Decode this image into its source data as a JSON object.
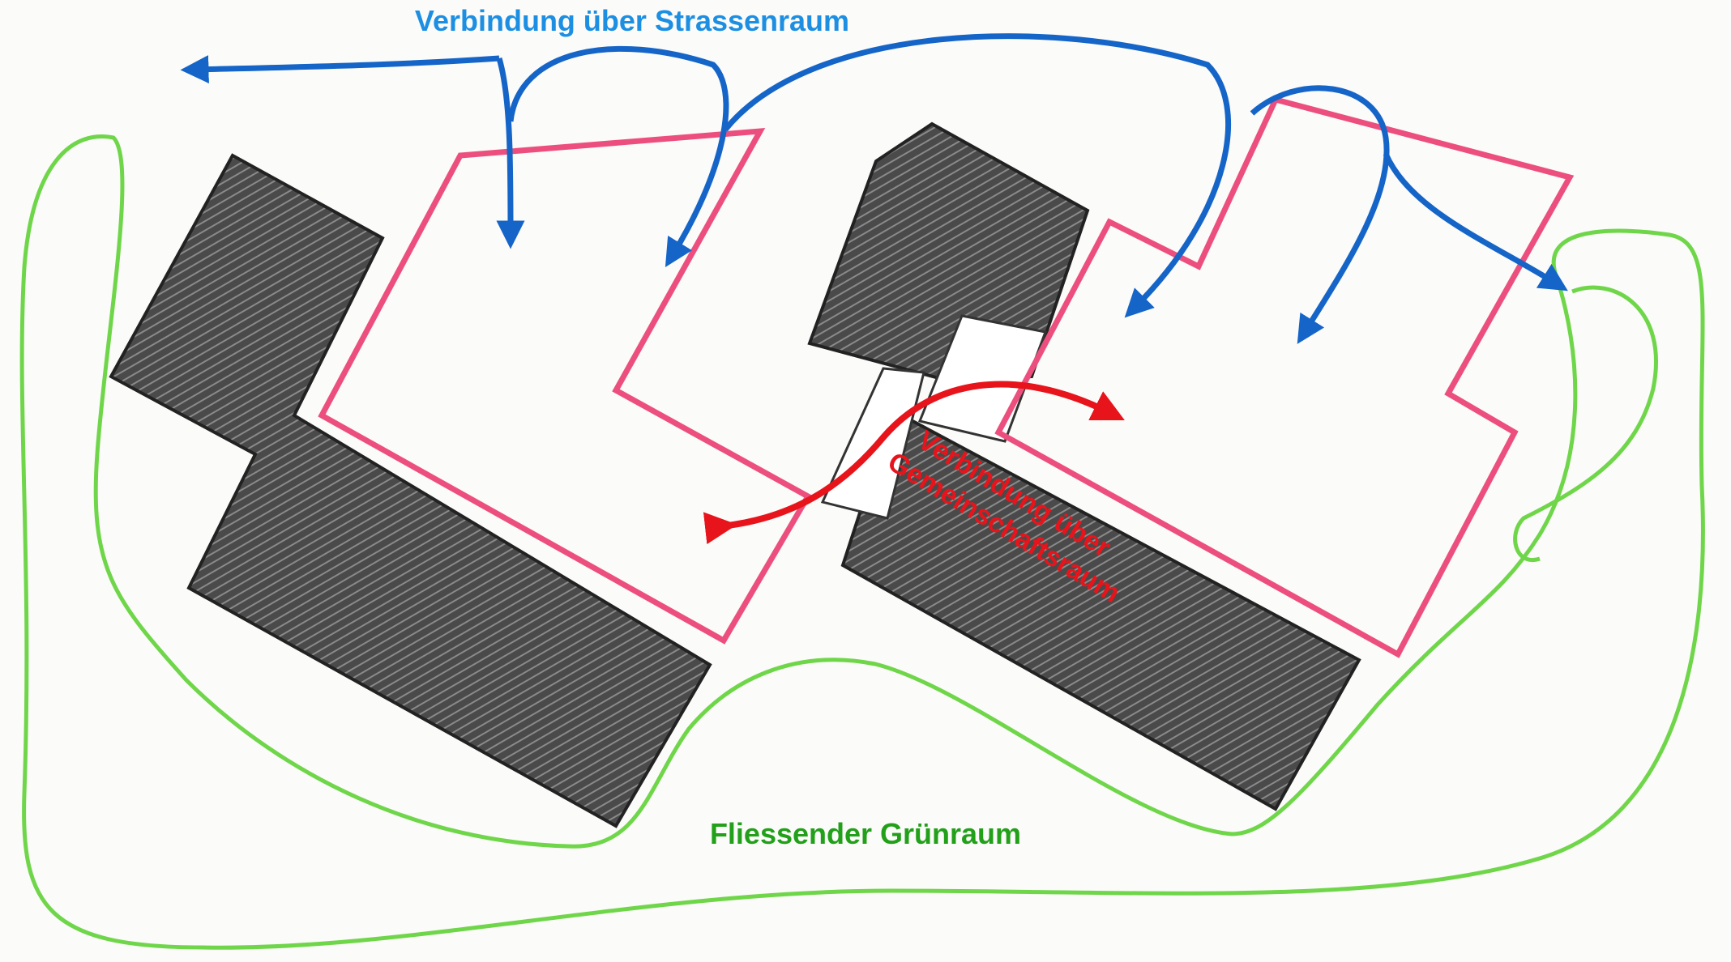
{
  "labels": {
    "street": "Verbindung über Strassenraum",
    "community_line1": "Verbindung über",
    "community_line2": "Gemeinschaftsraum",
    "green": "Fliessender Grünraum"
  },
  "colors": {
    "street": "#1c8fe3",
    "street_arrows": "#1565c8",
    "community": "#e8141c",
    "green": "#22a01a",
    "green_line": "#6fd64a",
    "buildings": "#333333",
    "plots": "#ec4f7e"
  }
}
